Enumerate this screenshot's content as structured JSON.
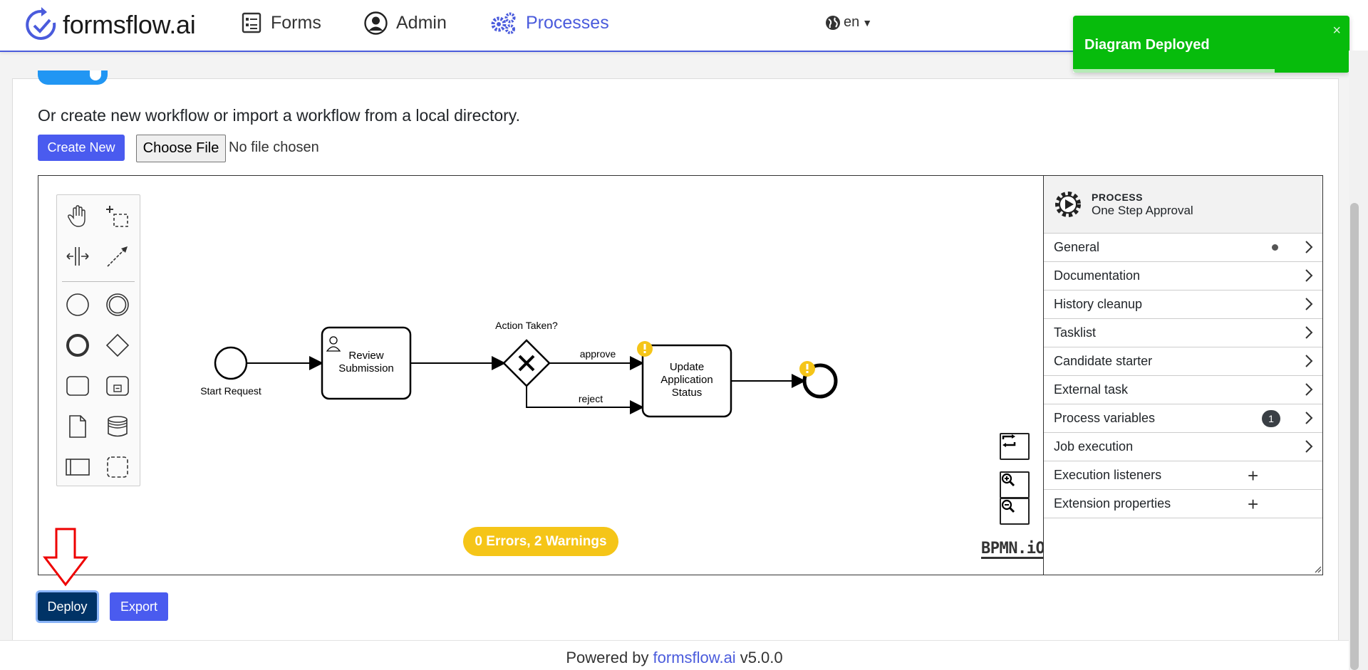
{
  "header": {
    "brand": "formsflow.ai",
    "nav": [
      {
        "label": "Forms",
        "icon": "forms-icon"
      },
      {
        "label": "Admin",
        "icon": "admin-user-icon"
      },
      {
        "label": "Processes",
        "icon": "gears-icon",
        "active": true
      }
    ],
    "language": "en"
  },
  "toast": {
    "message": "Diagram Deployed",
    "close": "×",
    "progress": 0.73,
    "color": "#07bc0c"
  },
  "workflow": {
    "intro": "Or create new workflow or import a workflow from a local directory.",
    "create_new": "Create New",
    "choose_file": "Choose File",
    "no_file": "No file chosen"
  },
  "diagram": {
    "start_event": "Start Request",
    "task_review": "Review\nSubmission",
    "gateway_label": "Action Taken?",
    "flow_approve": "approve",
    "flow_reject": "reject",
    "task_update": "Update\nApplication\nStatus",
    "lint_status": "0 Errors, 2 Warnings",
    "logo": "BPMN.iO"
  },
  "properties": {
    "type": "PROCESS",
    "name": "One Step Approval",
    "groups": [
      {
        "label": "General",
        "marker": "dot"
      },
      {
        "label": "Documentation",
        "marker": "chevron"
      },
      {
        "label": "History cleanup",
        "marker": "chevron"
      },
      {
        "label": "Tasklist",
        "marker": "chevron"
      },
      {
        "label": "Candidate starter",
        "marker": "chevron"
      },
      {
        "label": "External task",
        "marker": "chevron"
      },
      {
        "label": "Process variables",
        "marker": "badge",
        "badge": "1"
      },
      {
        "label": "Job execution",
        "marker": "chevron"
      },
      {
        "label": "Execution listeners",
        "marker": "plus"
      },
      {
        "label": "Extension properties",
        "marker": "plus"
      }
    ]
  },
  "actions": {
    "deploy": "Deploy",
    "export": "Export"
  },
  "footer": {
    "prefix": "Powered by",
    "link": "formsflow.ai",
    "version": "v5.0.0"
  }
}
